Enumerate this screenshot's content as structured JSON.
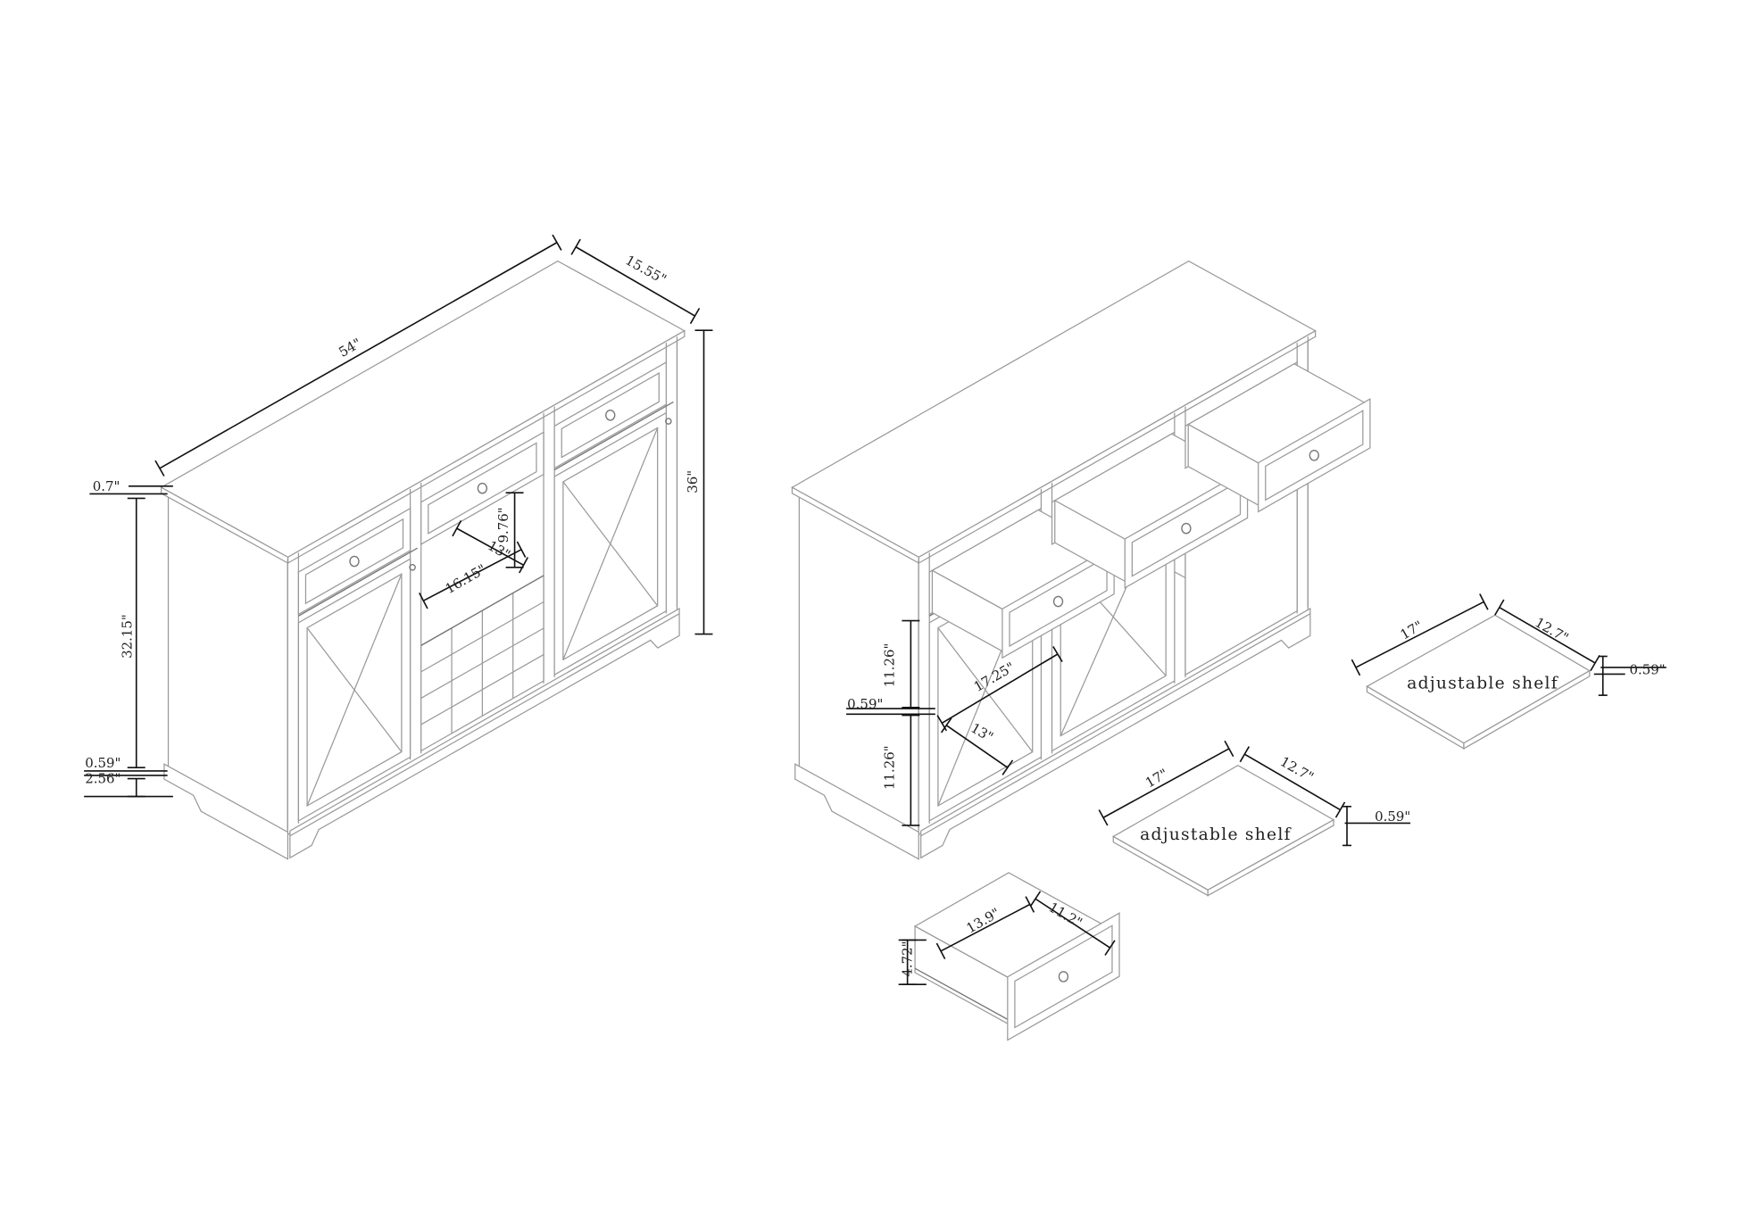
{
  "diagram": {
    "subject": "sideboard-dimension-drawing",
    "colors": {
      "line": "#9a9a9a",
      "dimension": "#111111",
      "background": "#ffffff"
    },
    "closed_view": {
      "width": "54\"",
      "depth": "15.55\"",
      "height": "36\"",
      "top_thickness": "0.7\"",
      "body_height": "32.15\"",
      "bottom_panel": "0.59\"",
      "base_height": "2.56\"",
      "wine_opening_height": "9.76\"",
      "wine_opening_depth": "13\"",
      "wine_opening_width": "16.15\""
    },
    "open_view": {
      "upper_cabinet_height": "11.26\"",
      "shelf_thickness": "0.59\"",
      "lower_cabinet_height": "11.26\"",
      "cabinet_width": "17.25\"",
      "cabinet_depth": "13\""
    },
    "shelves": [
      {
        "label": "adjustable shelf",
        "width": "17\"",
        "depth": "12.7\"",
        "thickness": "0.59\""
      },
      {
        "label": "adjustable shelf",
        "width": "17\"",
        "depth": "12.7\"",
        "thickness": "0.59\""
      }
    ],
    "drawer": {
      "width": "13.9\"",
      "depth": "11.2\"",
      "height": "4.72\""
    }
  }
}
